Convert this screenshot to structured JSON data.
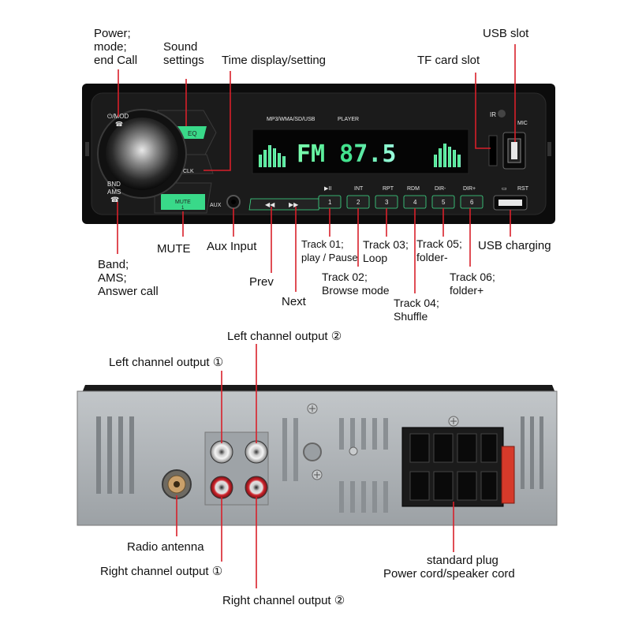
{
  "front_panel": {
    "brand_text": "MP3/WMA/SD/USB",
    "player_text": "PLAYER",
    "display_text": "FM  87.5",
    "buttons": {
      "power": "⏻/MOD",
      "eq": "EQ",
      "clk": "CLK",
      "bnd": "BND",
      "ams": "AMS",
      "mute": "MUTE",
      "mute_num": "1",
      "aux": "AUX",
      "ir": "IR",
      "mic": "MIC",
      "rst": "RST",
      "play": "▶II",
      "int": "INT",
      "rpt": "RPT",
      "rdm": "RDM",
      "dir_minus": "DIR-",
      "dir_plus": "DIR+",
      "prev": "◀◀",
      "next": "▶▶",
      "n1": "1",
      "n2": "2",
      "n3": "3",
      "n4": "4",
      "n5": "5",
      "n6": "6"
    }
  },
  "callouts": {
    "power": [
      "Power;",
      "mode;",
      "end Call"
    ],
    "sound": [
      "Sound",
      "settings"
    ],
    "time": "Time display/setting",
    "usb_slot": "USB slot",
    "tf_slot": "TF card slot",
    "mute": "MUTE",
    "aux_input": "Aux Input",
    "track01": [
      "Track 01;",
      "play / Pause"
    ],
    "track02": [
      "Track 02;",
      "Browse mode"
    ],
    "track03": [
      "Track 03;",
      "Loop"
    ],
    "track04": [
      "Track 04;",
      "Shuffle"
    ],
    "track05": [
      "Track 05;",
      "folder-"
    ],
    "track06": [
      "Track 06;",
      "folder+"
    ],
    "usb_charging": "USB charging",
    "band": [
      "Band;",
      "AMS;",
      "Answer call"
    ],
    "prev": "Prev",
    "next": "Next",
    "left_out_2": "Left channel output ②",
    "left_out_1": "Left channel output ①",
    "radio_antenna": "Radio antenna",
    "right_out_1": "Right channel output ①",
    "right_out_2": "Right channel output ②",
    "standard_plug": [
      "standard plug",
      "Power cord/speaker cord"
    ]
  },
  "colors": {
    "accent_green": "#3fe08a",
    "callout_red": "#d8202a",
    "panel": "#1a1a1a",
    "chassis": "#a9aeb2"
  }
}
